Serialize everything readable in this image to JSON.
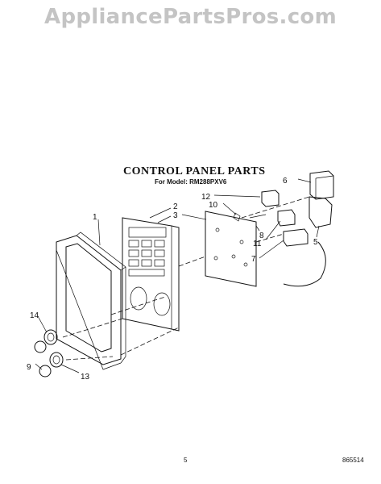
{
  "watermark": "AppliancePartsPros.com",
  "diagram": {
    "title": "CONTROL PANEL PARTS",
    "subtitle": "For Model: RM288PXV6",
    "callouts": [
      "1",
      "2",
      "3",
      "5",
      "6",
      "7",
      "8",
      "9",
      "10",
      "11",
      "12",
      "13",
      "14"
    ]
  },
  "footer": {
    "page_number": "5",
    "doc_number": "865514"
  }
}
